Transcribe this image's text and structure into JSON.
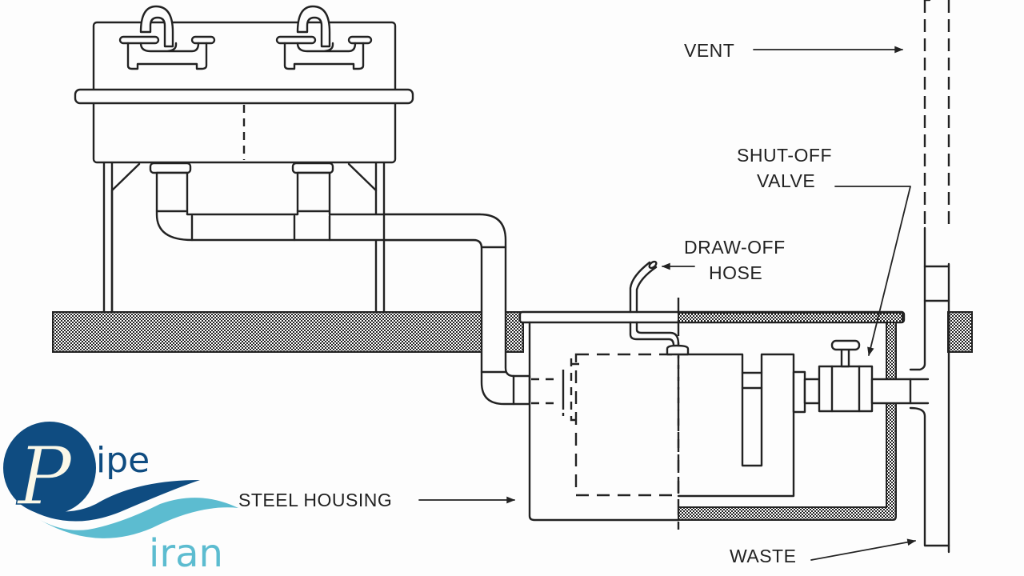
{
  "diagram": {
    "title": "Grease interceptor installation under a two-compartment sink",
    "labels": {
      "vent": "VENT",
      "shutoff_valve_line1": "SHUT-OFF",
      "shutoff_valve_line2": "VALVE",
      "drawoff_hose_line1": "DRAW-OFF",
      "drawoff_hose_line2": "HOSE",
      "steel_housing": "STEEL HOUSING",
      "waste": "WASTE"
    },
    "components": [
      "two-compartment sink",
      "faucets",
      "drain pipes",
      "floor slab",
      "grease interceptor",
      "steel housing",
      "baffle",
      "shut-off valve",
      "draw-off hose",
      "vent pipe",
      "waste pipe"
    ]
  },
  "logo": {
    "letter": "P",
    "word1": "ipe",
    "word2": "iran",
    "colors": {
      "dark_blue": "#0f4c81",
      "light_blue": "#5cbcd0",
      "cream": "#fbf8e8"
    }
  }
}
